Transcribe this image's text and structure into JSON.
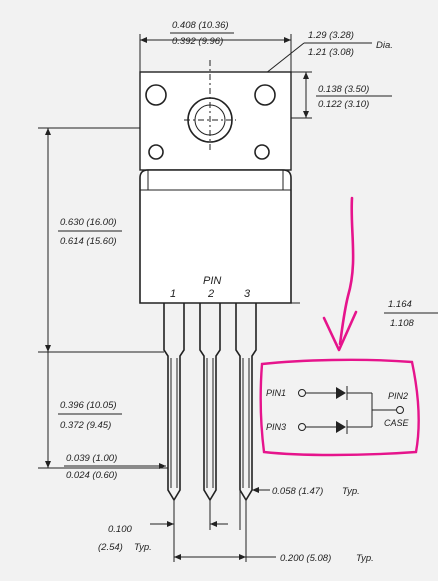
{
  "dimensions": {
    "top_width_max": "0.408 (10.36)",
    "top_width_min": "0.392 (9.96)",
    "hole_dia_max": "1.29 (3.28)",
    "hole_dia_min": "1.21 (3.08)",
    "hole_dia_suffix": "Dia.",
    "tab_height_max": "0.138 (3.50)",
    "tab_height_min": "0.122 (3.10)",
    "body_height_max": "0.630 (16.00)",
    "body_height_min": "0.614 (15.60)",
    "overall_max": "1.164",
    "overall_min": "1.108",
    "lead_length_max": "0.396 (10.05)",
    "lead_length_min": "0.372 (9.45)",
    "lead_width_max": "0.039 (1.00)",
    "lead_width_min": "0.024 (0.60)",
    "pitch_value": "0.100",
    "pitch_metric": "(2.54)",
    "pitch_suffix": "Typ.",
    "lead_spacing": "0.058 (1.47)",
    "lead_spacing_suffix": "Typ.",
    "span": "0.200 (5.08)",
    "span_suffix": "Typ."
  },
  "pins": {
    "title": "PIN",
    "p1": "1",
    "p2": "2",
    "p3": "3"
  },
  "schematic": {
    "pin1": "PIN1",
    "pin3": "PIN3",
    "pin2": "PIN2",
    "case": "CASE"
  },
  "colors": {
    "annotation": "#e6148c",
    "ink": "#222222",
    "package_fill": "#ffffff"
  }
}
